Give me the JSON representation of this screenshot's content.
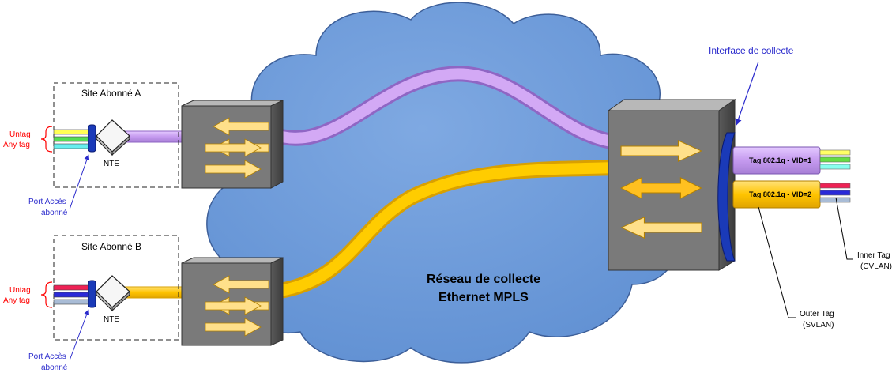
{
  "site_a": {
    "title": "Site Abonné A",
    "nte": "NTE"
  },
  "site_b": {
    "title": "Site Abonné B",
    "nte": "NTE"
  },
  "untag_a": "Untag",
  "anytag_a": "Any tag",
  "untag_b": "Untag",
  "anytag_b": "Any tag",
  "port_a": {
    "line1": "Port Accès",
    "line2": "abonné"
  },
  "port_b": {
    "line1": "Port Accès",
    "line2": "abonné"
  },
  "cloud": {
    "line1": "Réseau de collecte",
    "line2": "Ethernet MPLS"
  },
  "interface_label": "Interface de collecte",
  "tag_vid1": "Tag 802.1q - VID=1",
  "tag_vid2": "Tag 802.1q - VID=2",
  "inner_tag": {
    "line1": "Inner Tag",
    "line2": "(CVLAN)"
  },
  "outer_tag": {
    "line1": "Outer Tag",
    "line2": "(SVLAN)"
  },
  "colors": {
    "cloud": "#6f9cd9",
    "purple_link": "#cfa6f2",
    "orange_link": "#ffcc00",
    "switch": "#7a7a7a",
    "red_label": "#ff0000",
    "blue_label": "#2a2acc",
    "dark_blue": "#0000cc"
  }
}
